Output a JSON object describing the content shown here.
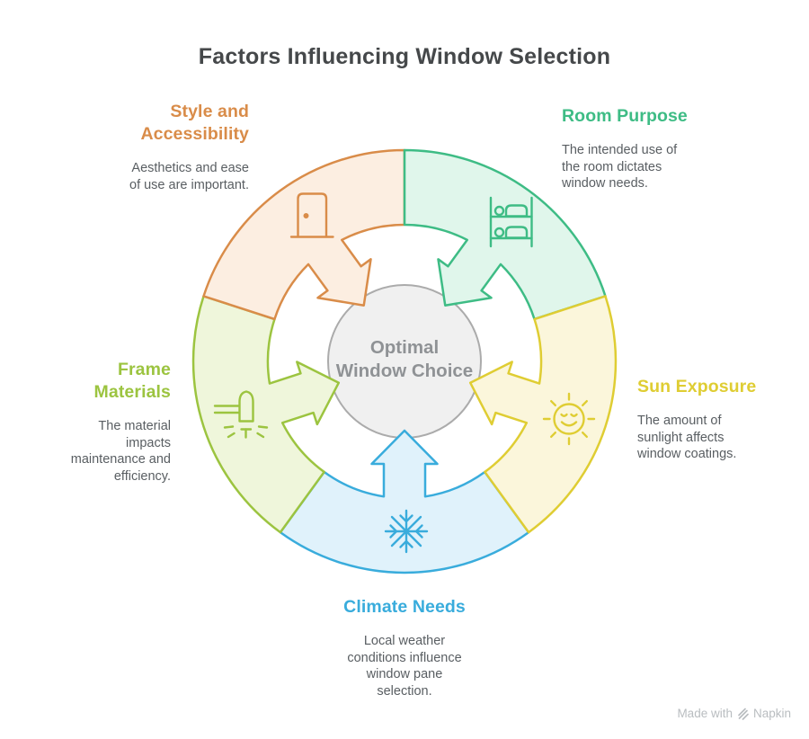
{
  "title": "Factors Influencing Window Selection",
  "center": {
    "label": "Optimal\nWindow Choice",
    "fill": "#F0F0F0",
    "stroke": "#ABABAB",
    "text_color": "#8F9295"
  },
  "sections": [
    {
      "id": "style-accessibility",
      "heading": "Style and\nAccessibility",
      "description": "Aesthetics and ease\nof use are important.",
      "icon": "door-icon",
      "color": "#D98C49",
      "fill": "#FCEEE1"
    },
    {
      "id": "room-purpose",
      "heading": "Room Purpose",
      "description": "The intended use of\nthe room dictates\nwindow needs.",
      "icon": "bunk-bed-icon",
      "color": "#3EBC85",
      "fill": "#E0F6EB"
    },
    {
      "id": "sun-exposure",
      "heading": "Sun Exposure",
      "description": "The amount of\nsunlight affects\nwindow coatings.",
      "icon": "smiling-sun-icon",
      "color": "#DFCD33",
      "fill": "#FBF6DB"
    },
    {
      "id": "climate-needs",
      "heading": "Climate Needs",
      "description": "Local weather\nconditions influence\nwindow pane\nselection.",
      "icon": "snowflake-icon",
      "color": "#39ACDC",
      "fill": "#E0F2FB"
    },
    {
      "id": "frame-materials",
      "heading": "Frame\nMaterials",
      "description": "The material\nimpacts\nmaintenance and\nefficiency.",
      "icon": "wall-lamp-icon",
      "color": "#9CC440",
      "fill": "#EFF6DB"
    }
  ],
  "watermark": {
    "prefix": "Made with",
    "brand": "Napkin",
    "color": "#B9BDC0"
  }
}
